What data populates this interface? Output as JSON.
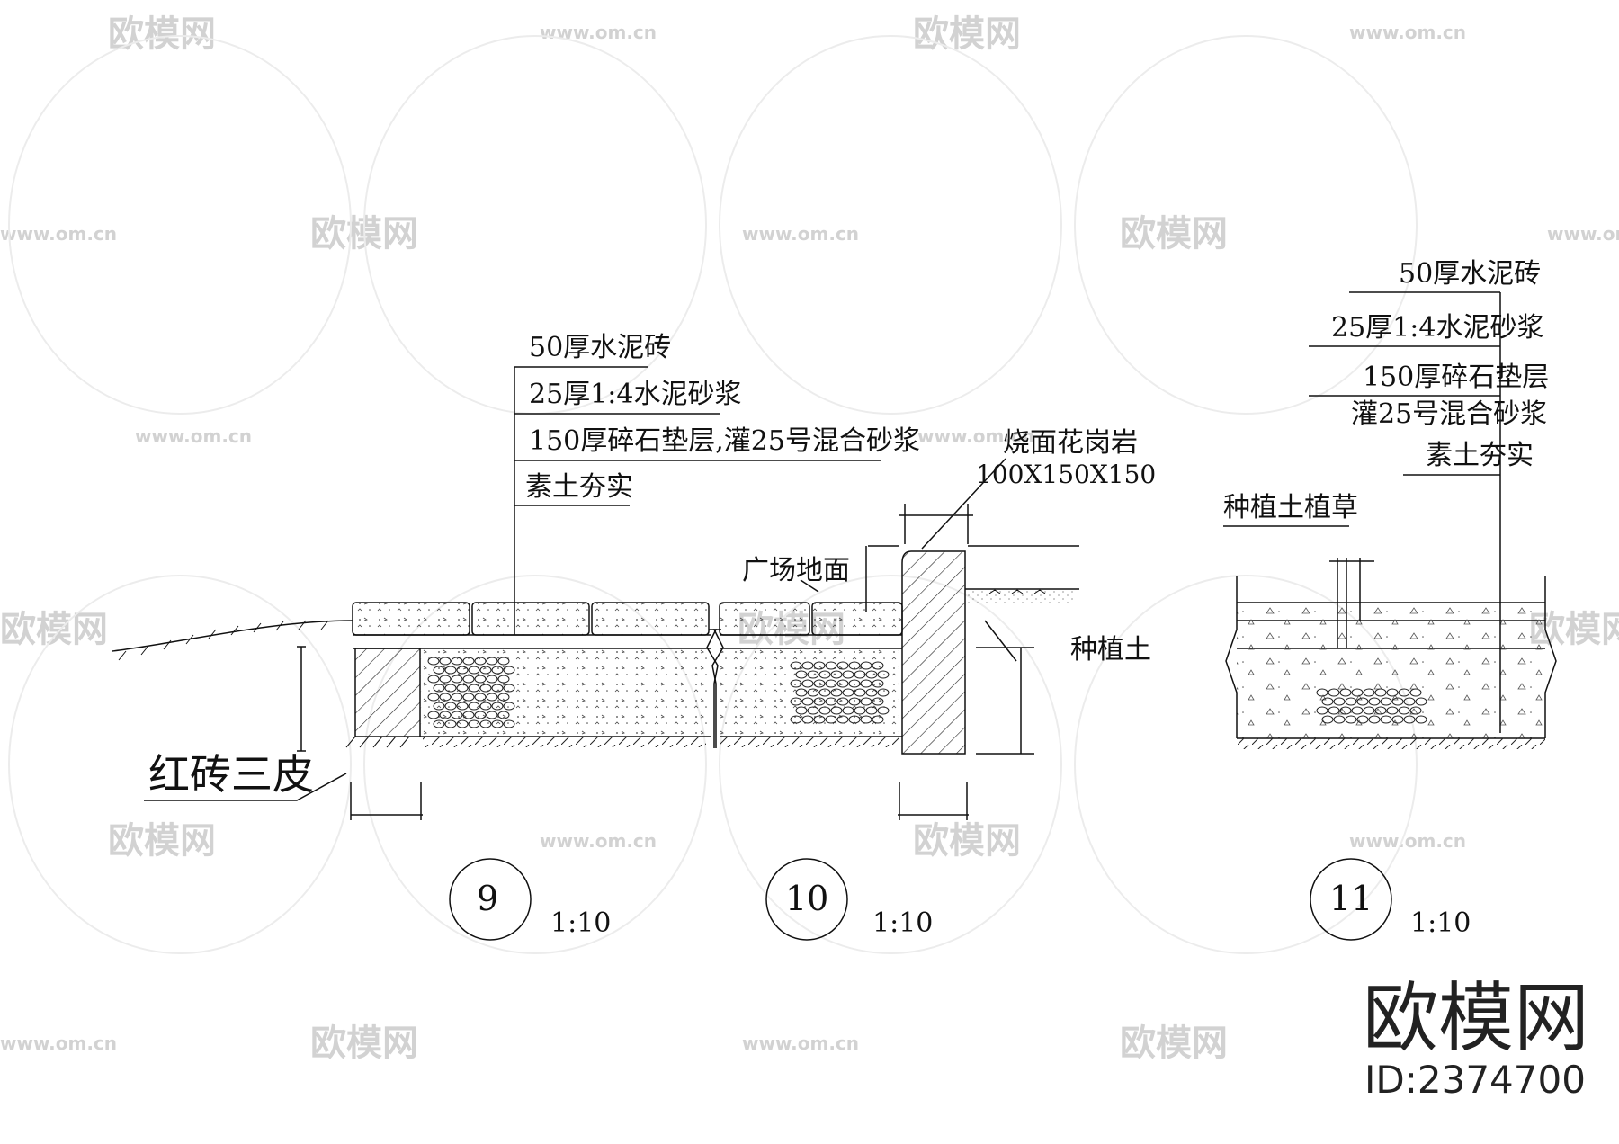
{
  "watermark": {
    "brand": "欧模网",
    "url": "www.om.cn"
  },
  "sections": [
    {
      "number": "9",
      "scale": "1:10",
      "layers": [
        "50厚水泥砖",
        "25厚1:4水泥砂浆",
        "150厚碎石垫层,灌25号混合砂浆",
        "素土夯实"
      ],
      "side_label": "红砖三皮"
    },
    {
      "number": "10",
      "scale": "1:10",
      "curb_label": "烧面花岗岩",
      "curb_size": "100X150X150",
      "plaza_label": "广场地面",
      "soil_label": "种植土"
    },
    {
      "number": "11",
      "scale": "1:10",
      "layers": [
        "50厚水泥砖",
        "25厚1:4水泥砂浆",
        "150厚碎石垫层",
        "灌25号混合砂浆",
        "素土夯实"
      ],
      "plant_label": "种植土植草"
    }
  ],
  "footer": {
    "brand": "欧模网",
    "id": "ID:2374700"
  }
}
